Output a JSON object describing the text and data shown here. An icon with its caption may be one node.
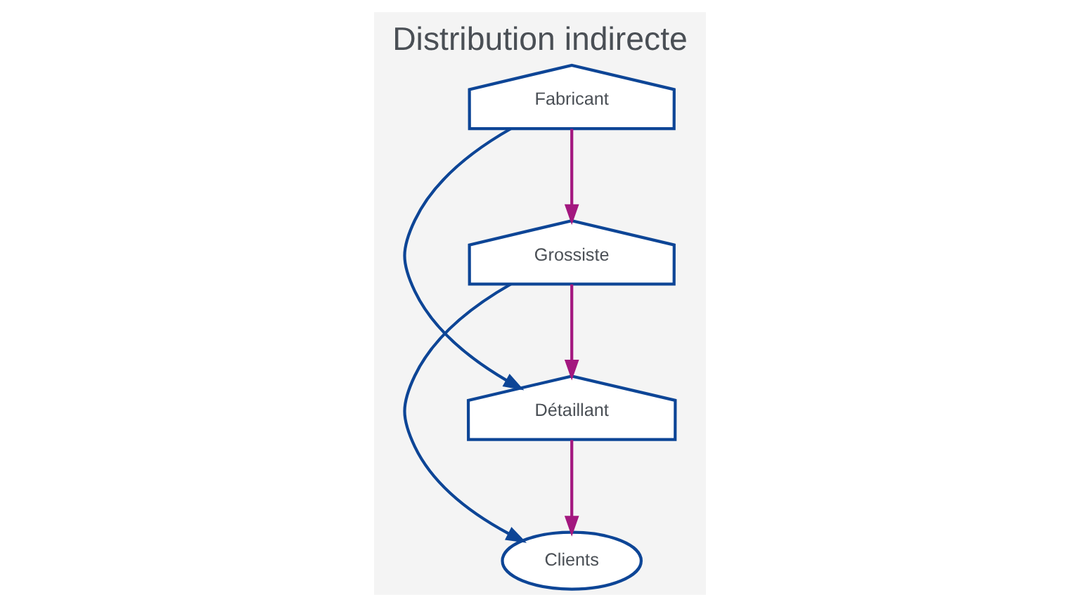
{
  "diagram": {
    "title": "Distribution indirecte",
    "nodes": [
      {
        "text": [
          "Fabricant"
        ]
      },
      {
        "text": [
          "Grossiste"
        ]
      },
      {
        "text": [
          "Détaillant"
        ]
      },
      {
        "text": [
          "Clients"
        ]
      }
    ],
    "edges": [
      {
        "from": 0,
        "to": 1,
        "arrow": "to"
      },
      {
        "from": 1,
        "to": 2,
        "arrow": "to"
      },
      {
        "from": 2,
        "to": 3,
        "arrow": "to"
      },
      {
        "from": 1,
        "to": 3,
        "arrow": "to",
        "color": "#0d4596"
      },
      {
        "from": 0,
        "to": 2,
        "arrow": "to",
        "color": "#0d4596"
      }
    ]
  }
}
